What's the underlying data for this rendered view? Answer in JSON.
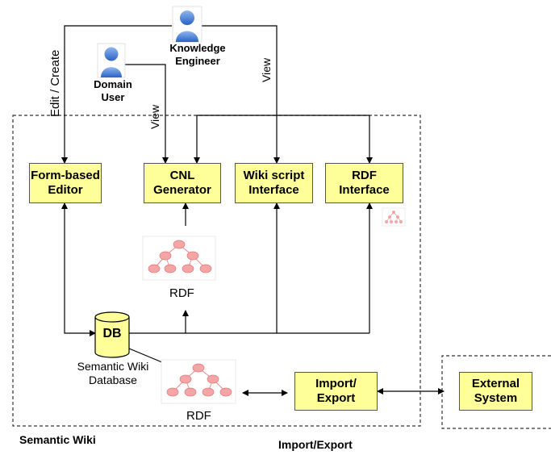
{
  "actors": {
    "knowledge_engineer": "Knowledge\nEngineer",
    "domain_user": "Domain\nUser"
  },
  "edge_labels": {
    "edit_create": "Edit / Create",
    "view_engineer": "View",
    "view_user": "View"
  },
  "components": {
    "form_editor": "Form-based\nEditor",
    "cnl_generator": "CNL\nGenerator",
    "wiki_script": "Wiki script\nInterface",
    "rdf_interface": "RDF\nInterface",
    "import_export": "Import/\nExport",
    "external_system": "External\nSystem",
    "db": "DB"
  },
  "labels": {
    "rdf_upper": "RDF",
    "rdf_lower": "RDF",
    "db_caption": "Semantic Wiki\nDatabase",
    "semantic_wiki": "Semantic Wiki",
    "import_export_caption": "Import/Export"
  },
  "colors": {
    "box_fill": "#ffff99",
    "rdf_node": "#f4a6a6",
    "actor_blue": "#3a78d6"
  },
  "icons": [
    "person-icon",
    "rdf-graph-icon",
    "database-icon"
  ]
}
